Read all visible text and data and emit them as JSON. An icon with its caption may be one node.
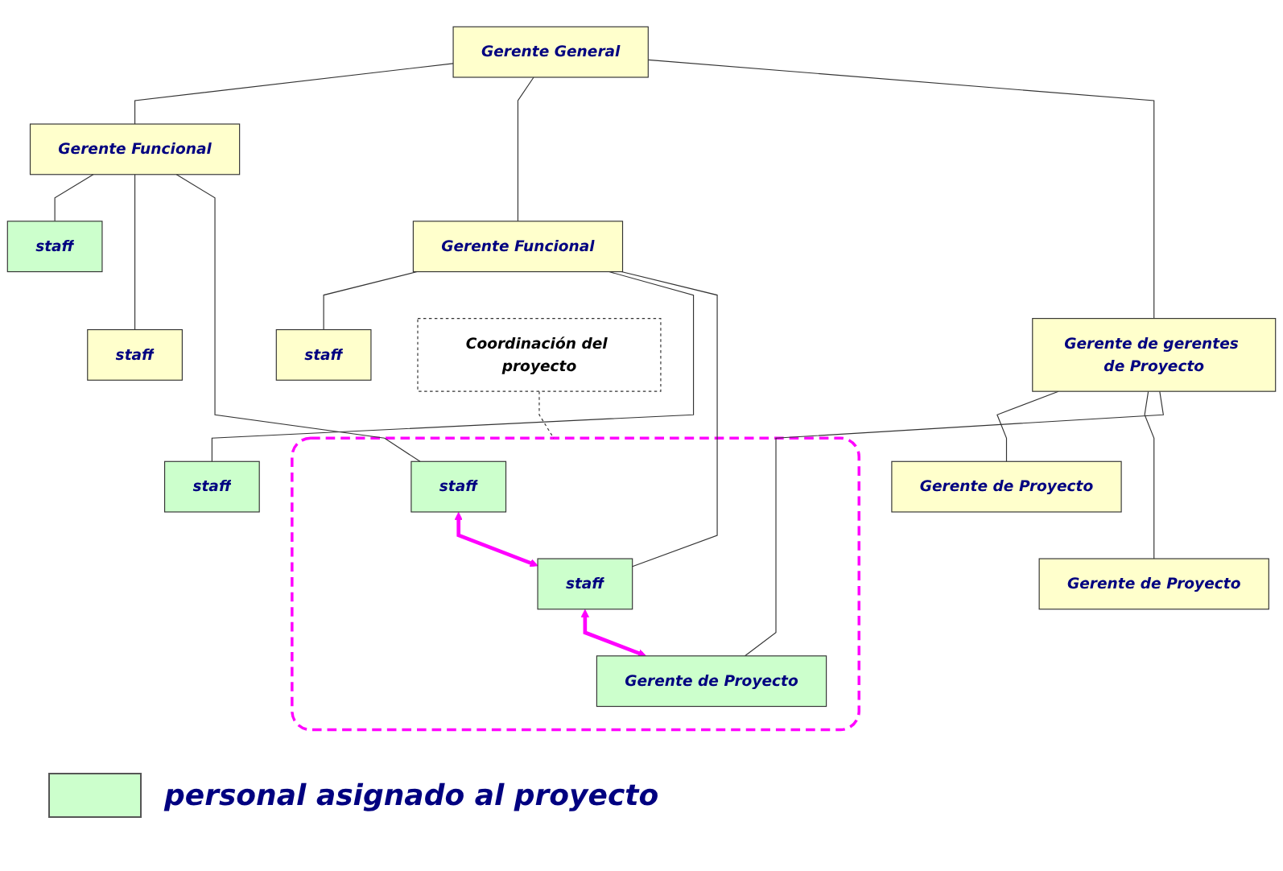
{
  "diagram": {
    "nodes": [
      {
        "text": [
          "Gerente General"
        ]
      },
      {
        "text": [
          "Gerente Funcional"
        ]
      },
      {
        "text": [
          "Gerente Funcional"
        ]
      },
      {
        "text": [
          "Gerente de gerentes de Proyecto"
        ]
      },
      {
        "text": [
          "staff"
        ]
      },
      {
        "text": [
          "staff"
        ]
      },
      {
        "text": [
          "Gerente de Proyecto"
        ]
      },
      {
        "text": [
          "staff"
        ]
      },
      {
        "text": [
          "staff"
        ]
      },
      {
        "text": [
          "Gerente de Proyecto"
        ]
      },
      {
        "text": [],
        "shape": "box"
      },
      {
        "text": [
          "staff"
        ],
        "in": 10
      },
      {
        "text": [
          "staff"
        ],
        "in": 10
      },
      {
        "text": [
          "Gerente de Proyecto"
        ],
        "in": 10
      },
      {
        "text": [
          "Coordinación del proyecto"
        ]
      }
    ],
    "edges": [
      {
        "from": 0,
        "to": 1,
        "arrow": "none"
      },
      {
        "from": 0,
        "to": 2,
        "arrow": "none"
      },
      {
        "from": 0,
        "to": 3,
        "arrow": "none"
      },
      {
        "from": 1,
        "to": 4,
        "arrow": "none"
      },
      {
        "from": 1,
        "to": 7,
        "arrow": "none"
      },
      {
        "from": 1,
        "to": 11,
        "arrow": "none"
      },
      {
        "from": 2,
        "to": 5,
        "arrow": "none"
      },
      {
        "from": 2,
        "to": 8,
        "arrow": "none"
      },
      {
        "from": 2,
        "to": 12,
        "arrow": "none"
      },
      {
        "from": 3,
        "to": 6,
        "arrow": "none"
      },
      {
        "from": 3,
        "to": 9,
        "arrow": "none"
      },
      {
        "from": 3,
        "to": 13,
        "arrow": "none"
      },
      {
        "from": 11,
        "to": 12,
        "arrow": "both",
        "style": "thick",
        "color": "#ff00ff"
      },
      {
        "from": 12,
        "to": 13,
        "arrow": "both",
        "style": "thick",
        "color": "#ff00ff"
      },
      {
        "from": 14,
        "to": 10,
        "arrow": "none",
        "style": "dashed"
      }
    ],
    "legend": [
      {
        "text": "personal asignado al proyecto",
        "color": "#ccffcc"
      }
    ]
  }
}
